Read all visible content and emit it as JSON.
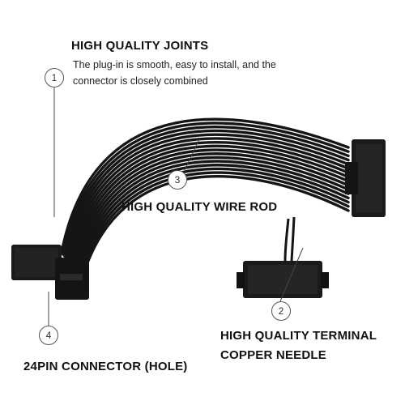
{
  "features": {
    "joints": {
      "title": "HIGH QUALITY JOINTS",
      "description_line1": "The plug-in is smooth, easy to install, and the",
      "description_line2": "connector is closely combined",
      "callout": "1"
    },
    "terminal": {
      "title_line1": "HIGH QUALITY TERMINAL",
      "title_line2": "COPPER NEEDLE",
      "callout": "2"
    },
    "wire_rod": {
      "title": "HIGH QUALITY WIRE ROD",
      "callout": "3"
    },
    "connector": {
      "title": "24PIN CONNECTOR (HOLE)",
      "callout": "4"
    }
  },
  "colors": {
    "cable": "#151515",
    "connector": "#1a1a1a",
    "text": "#111111",
    "leader_line": "#444444"
  }
}
